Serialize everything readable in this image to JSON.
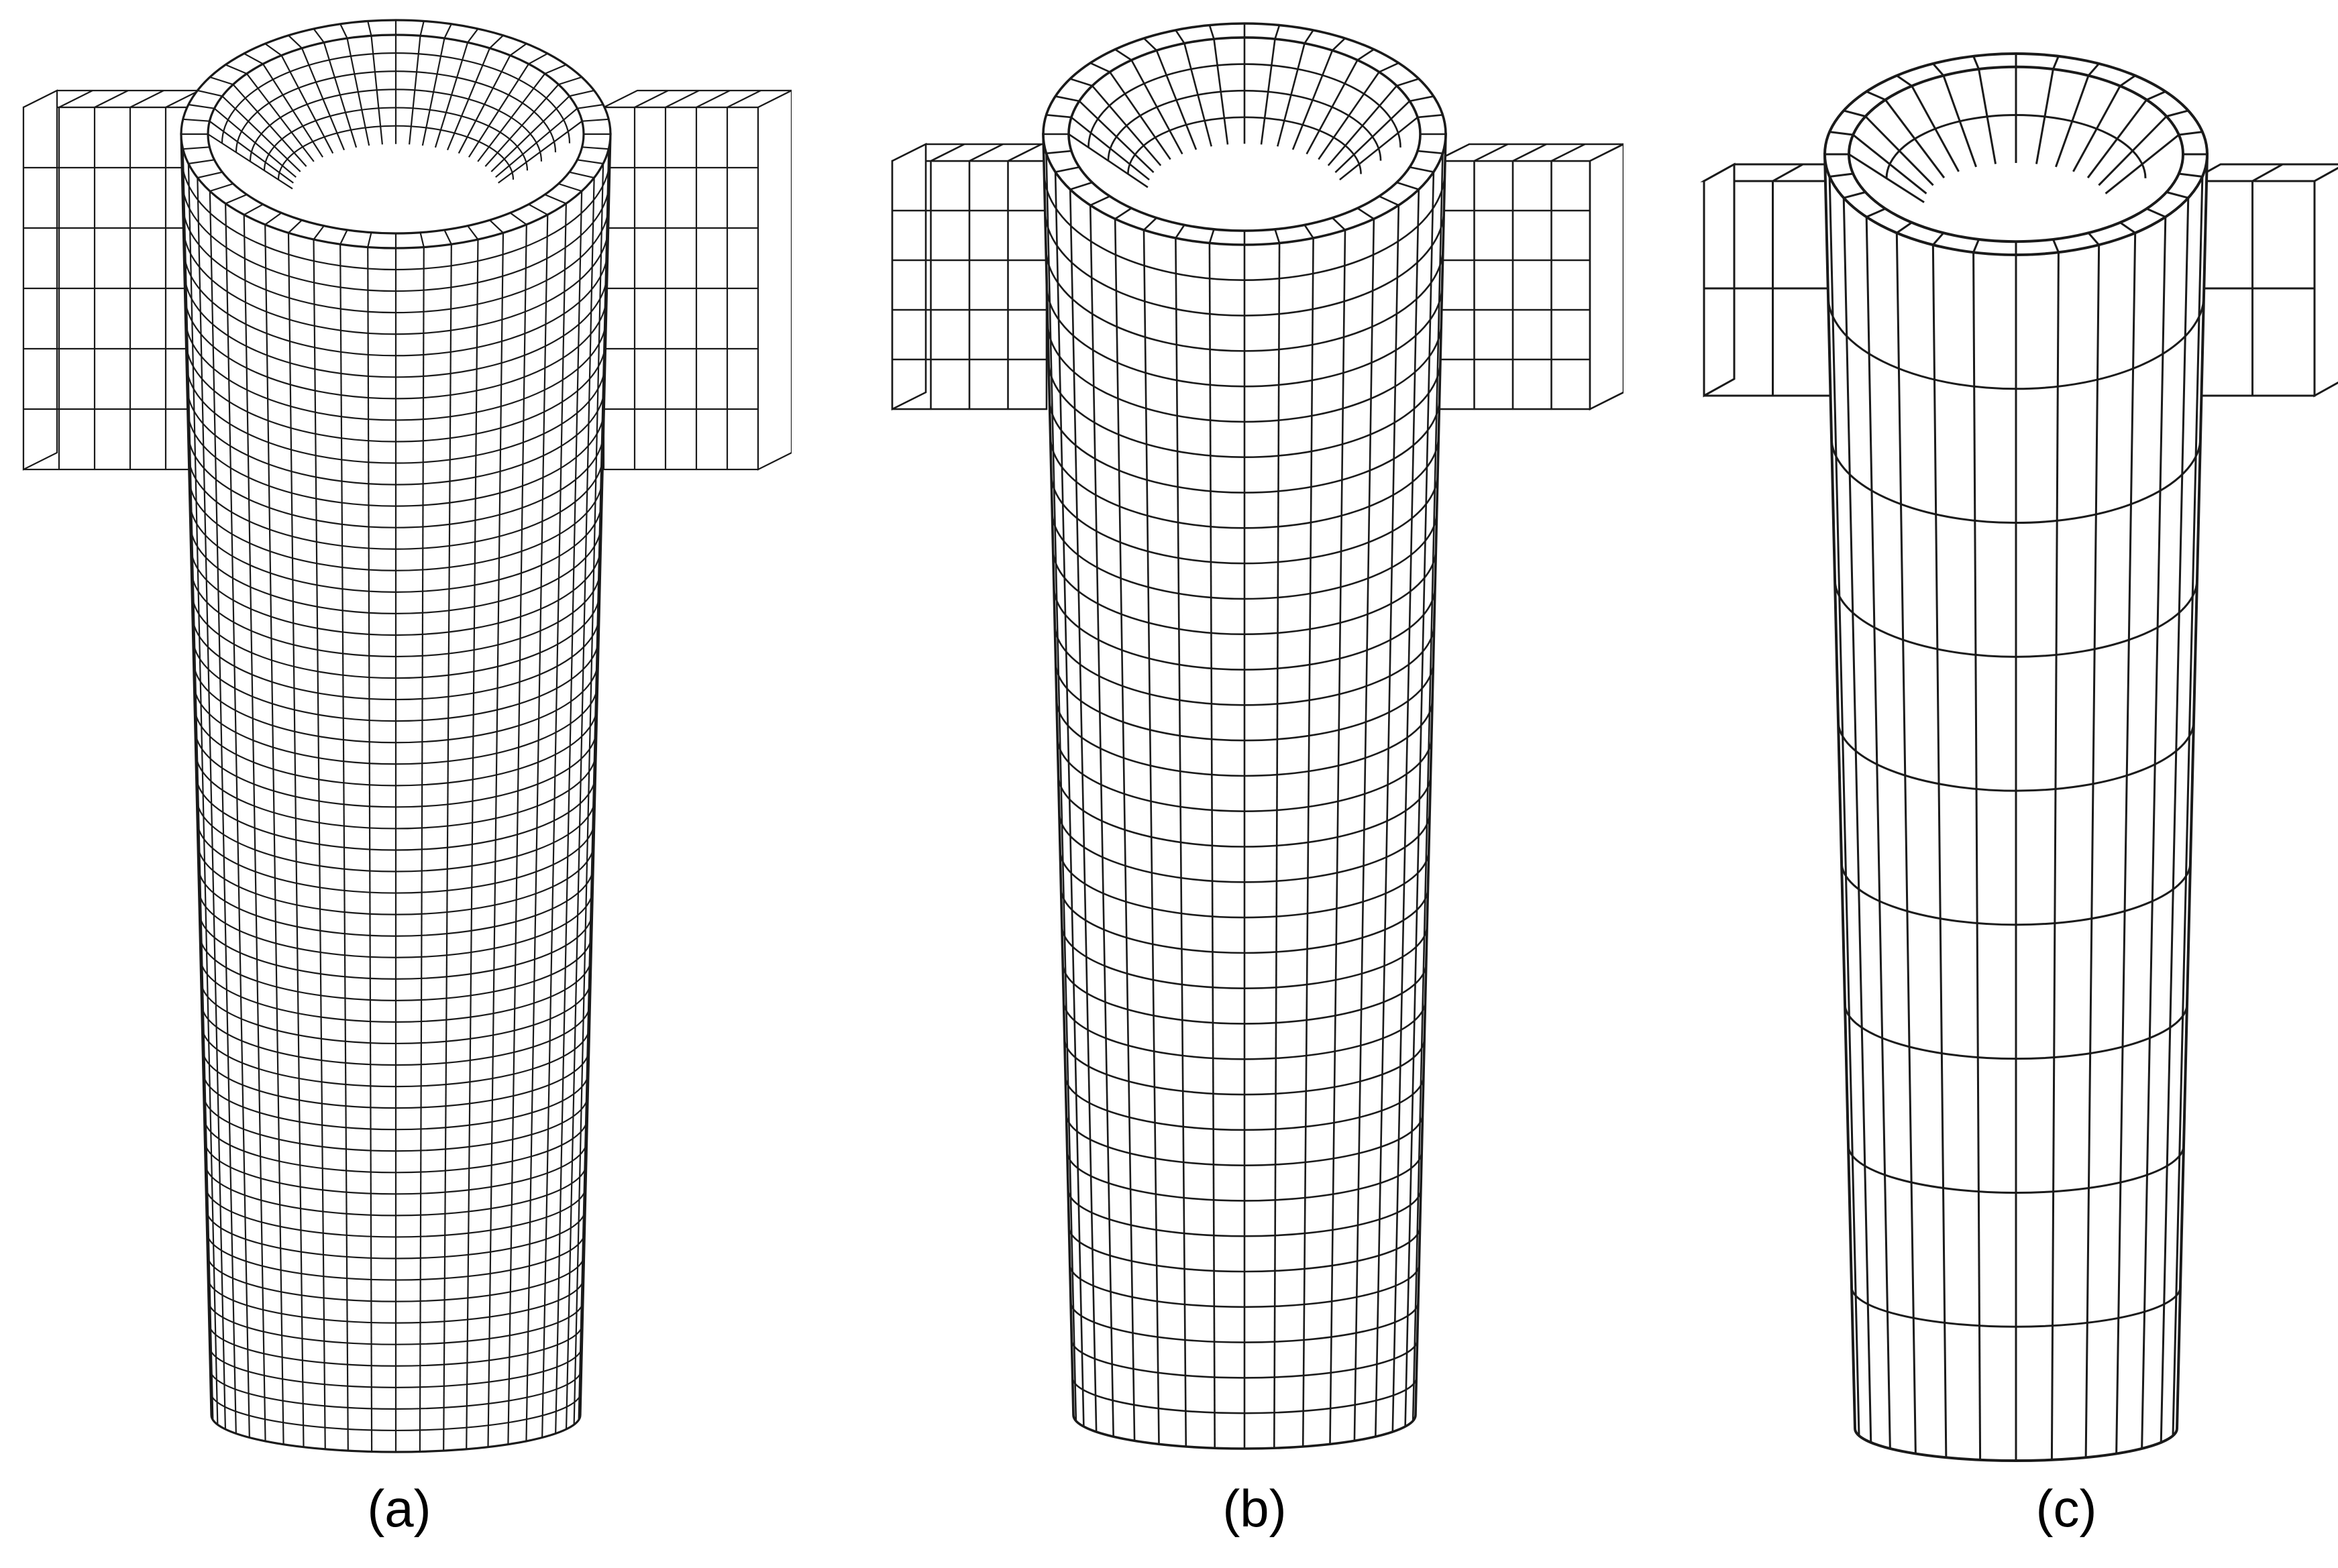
{
  "figure": {
    "panels": [
      {
        "id": "a",
        "label": "(a)",
        "mesh_density": "fine",
        "radial_divisions": 48,
        "axial_divisions": 56,
        "flange_columns": 5,
        "flange_rows": 6
      },
      {
        "id": "b",
        "label": "(b)",
        "mesh_density": "medium",
        "radial_divisions": 36,
        "axial_divisions": 34,
        "flange_columns": 4,
        "flange_rows": 5
      },
      {
        "id": "c",
        "label": "(c)",
        "mesh_density": "coarse",
        "radial_divisions": 28,
        "axial_divisions": 9,
        "flange_columns": 2,
        "flange_rows": 2
      }
    ],
    "colors": {
      "mesh_line": "#1a1a1a",
      "background": "#ffffff",
      "label": "#000000"
    }
  }
}
